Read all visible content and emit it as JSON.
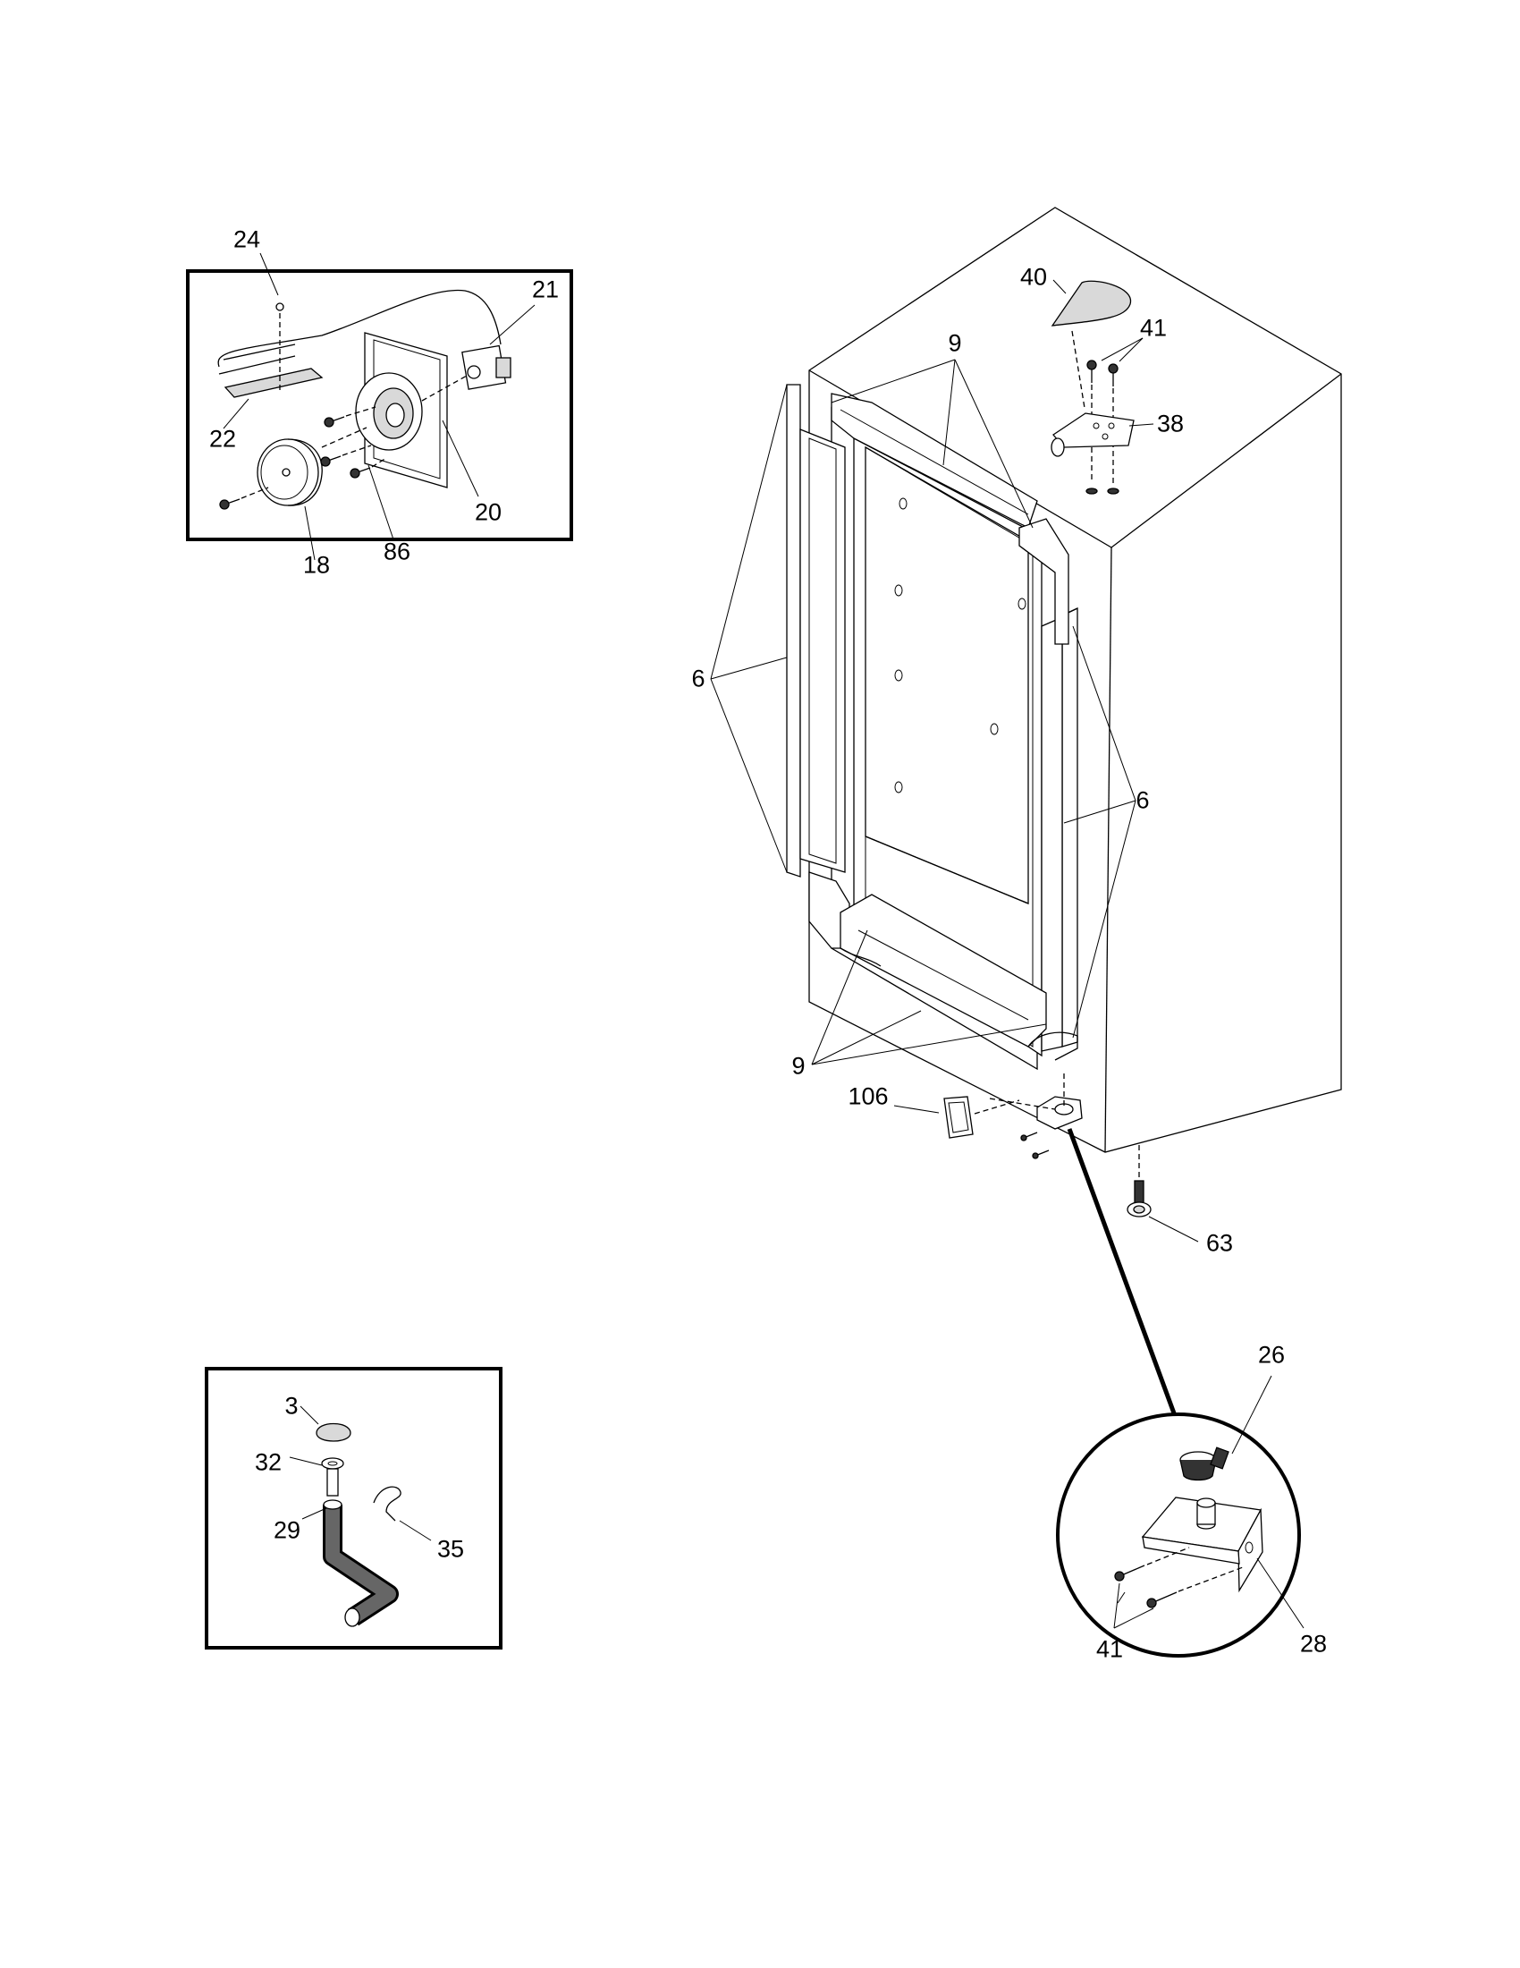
{
  "callouts": {
    "c24": "24",
    "c21": "21",
    "c22": "22",
    "c20": "20",
    "c18": "18",
    "c86": "86",
    "c40": "40",
    "c41_top": "41",
    "c38": "38",
    "c9_top": "9",
    "c6_left": "6",
    "c6_right": "6",
    "c9_bottom": "9",
    "c106": "106",
    "c63": "63",
    "c26": "26",
    "c28": "28",
    "c41_bottom": "41",
    "c3": "3",
    "c32": "32",
    "c29": "29",
    "c35": "35"
  }
}
